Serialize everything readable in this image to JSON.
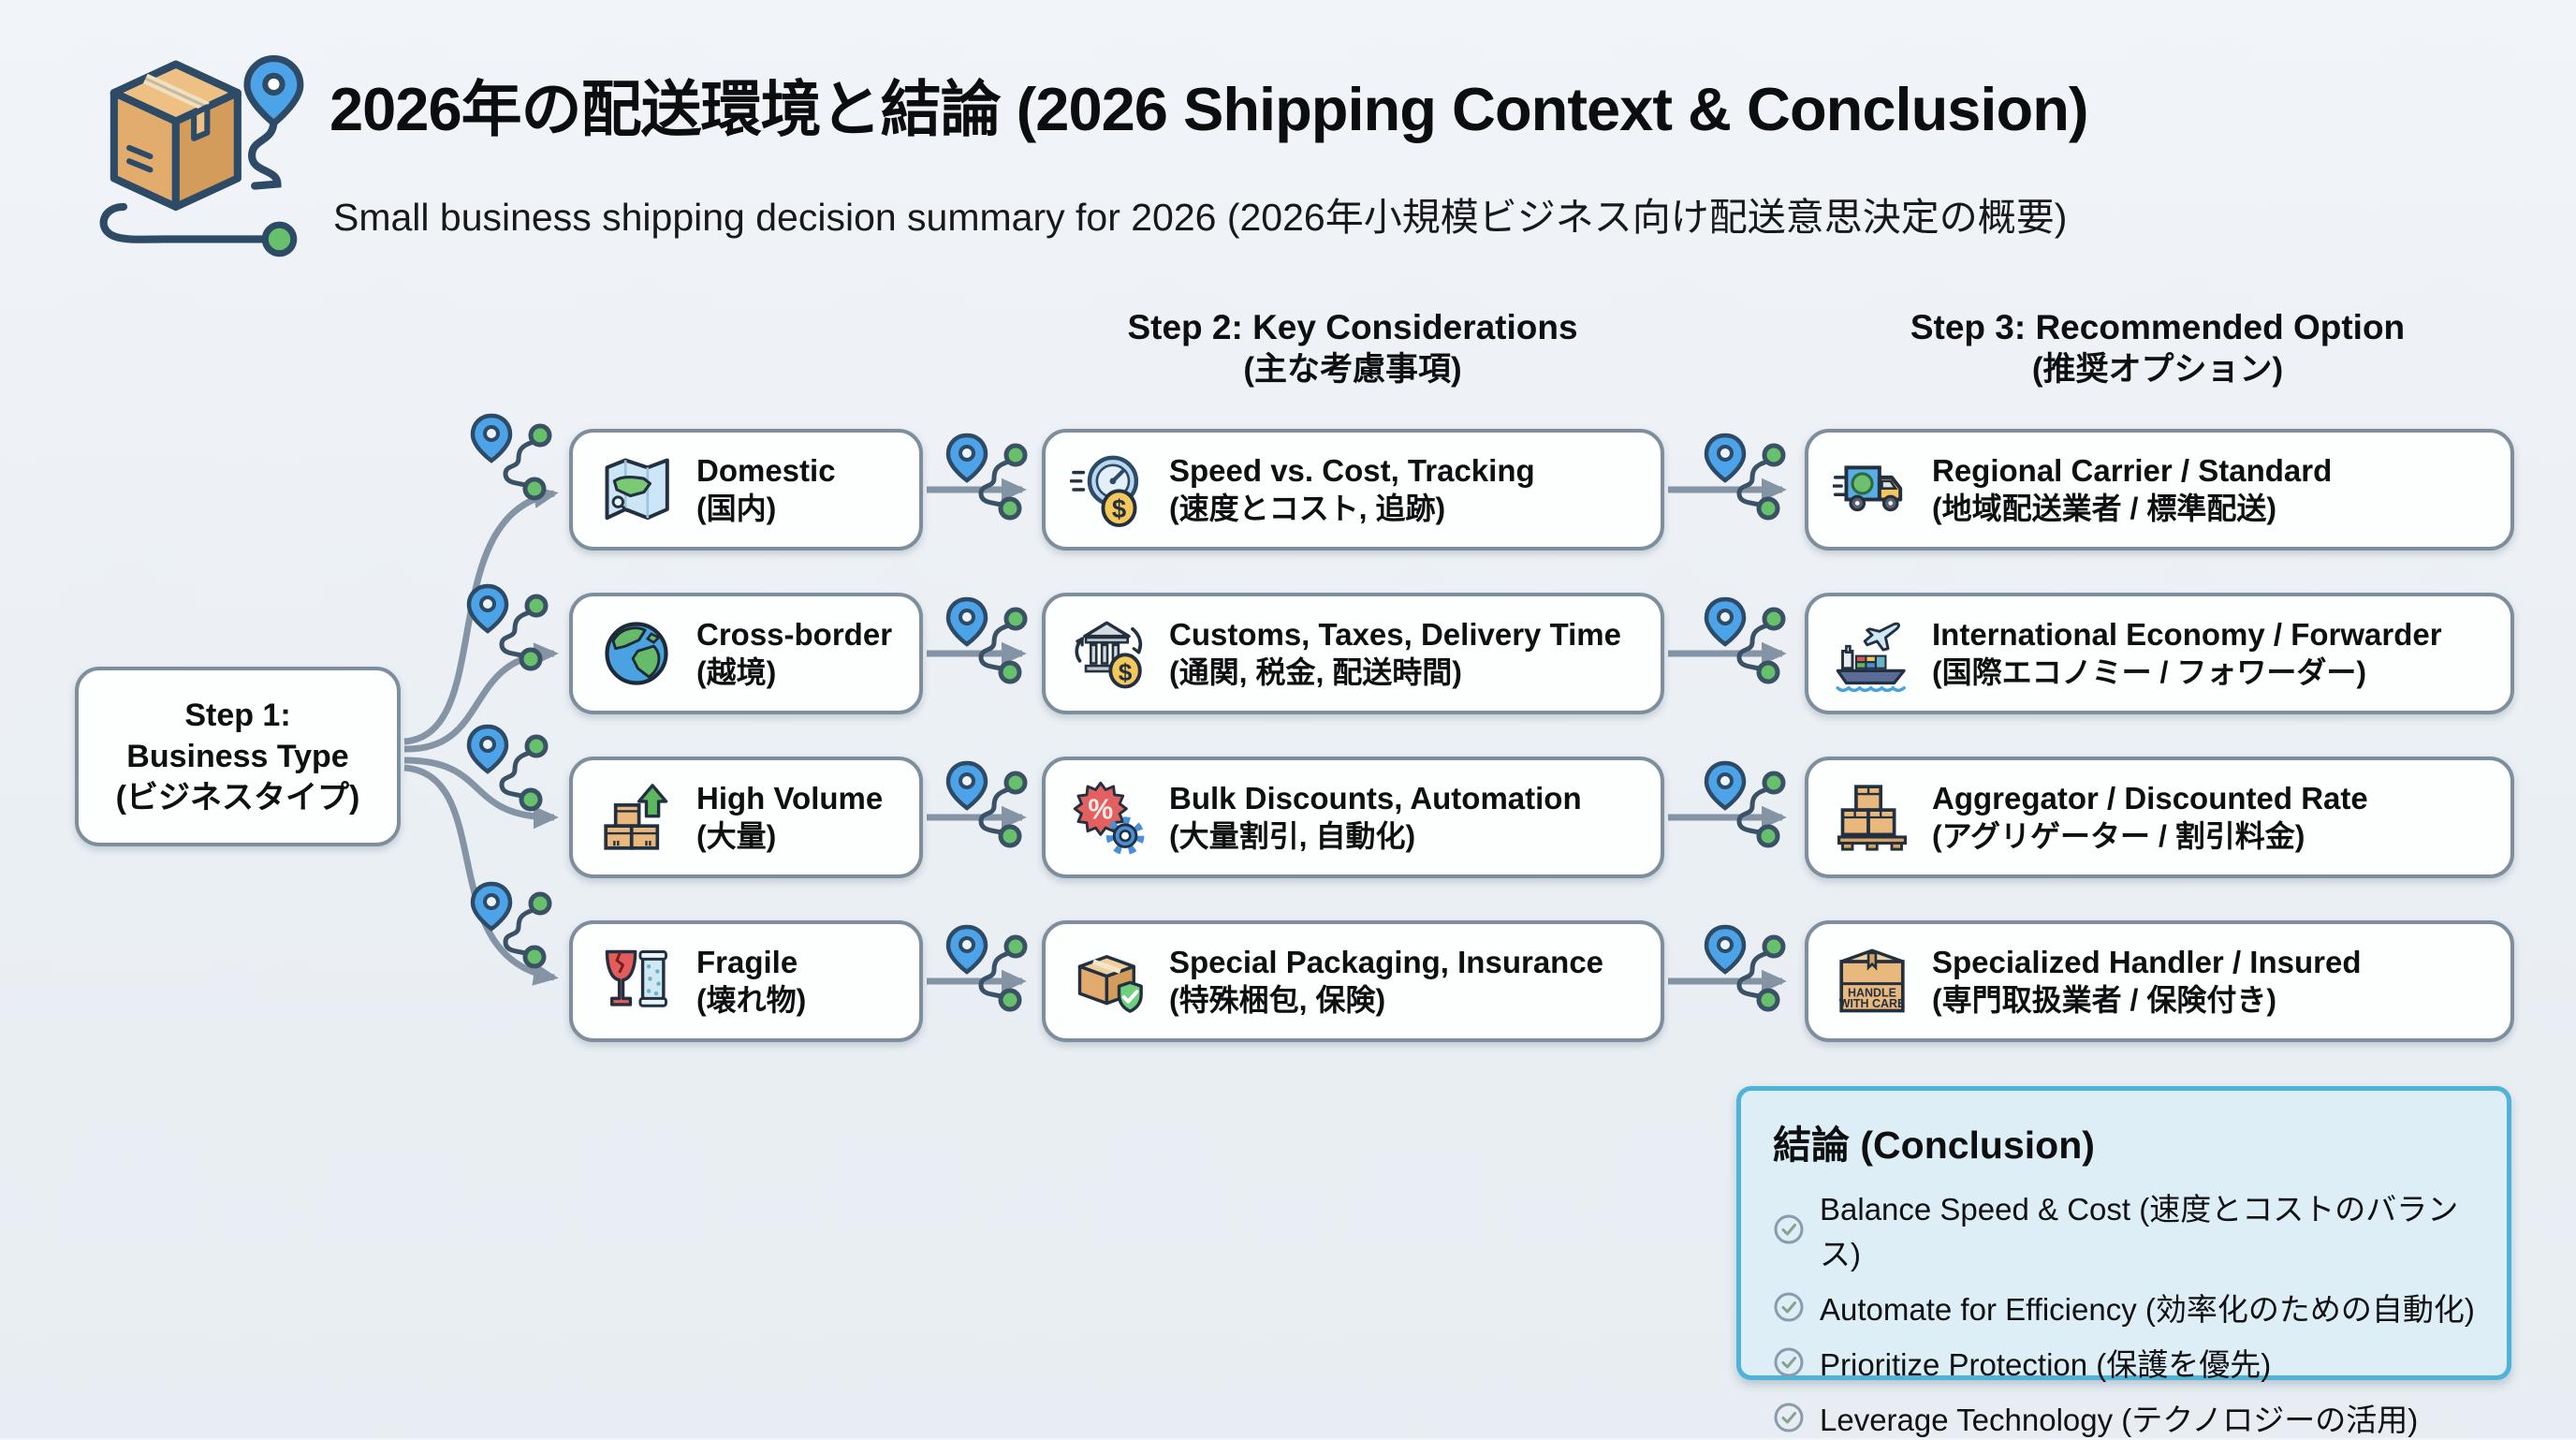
{
  "header": {
    "title": "2026年の配送環境と結論 (2026 Shipping Context & Conclusion)",
    "subtitle": "Small business shipping decision summary for 2026 (2026年小規模ビジネス向け配送意思決定の概要)"
  },
  "column_headers": {
    "step2_line1": "Step 2: Key Considerations",
    "step2_line2": "(主な考慮事項)",
    "step3_line1": "Step 3: Recommended Option",
    "step3_line2": "(推奨オプション)"
  },
  "step1": {
    "line1": "Step 1:",
    "line2": "Business Type",
    "line3": "(ビジネスタイプ)"
  },
  "rows": [
    {
      "business": {
        "en": "Domestic",
        "jp": "(国内)",
        "icon": "map-icon"
      },
      "consideration": {
        "en": "Speed vs. Cost, Tracking",
        "jp": "(速度とコスト, 追跡)",
        "icon": "speedometer-dollar-icon"
      },
      "recommendation": {
        "en": "Regional Carrier / Standard",
        "jp": "(地域配送業者 / 標準配送)",
        "icon": "delivery-truck-icon"
      }
    },
    {
      "business": {
        "en": "Cross-border",
        "jp": "(越境)",
        "icon": "globe-icon"
      },
      "consideration": {
        "en": "Customs, Taxes, Delivery Time",
        "jp": "(通関, 税金, 配送時間)",
        "icon": "customs-bank-icon"
      },
      "recommendation": {
        "en": "International Economy / Forwarder",
        "jp": "(国際エコノミー / フォワーダー)",
        "icon": "plane-ship-icon"
      }
    },
    {
      "business": {
        "en": "High Volume",
        "jp": "(大量)",
        "icon": "boxes-up-icon"
      },
      "consideration": {
        "en": "Bulk Discounts, Automation",
        "jp": "(大量割引, 自動化)",
        "icon": "discount-gear-icon"
      },
      "recommendation": {
        "en": "Aggregator / Discounted Rate",
        "jp": "(アグリゲーター / 割引料金)",
        "icon": "pallet-boxes-icon"
      }
    },
    {
      "business": {
        "en": "Fragile",
        "jp": "(壊れ物)",
        "icon": "fragile-glass-icon"
      },
      "consideration": {
        "en": "Special Packaging, Insurance",
        "jp": "(特殊梱包, 保険)",
        "icon": "package-shield-icon"
      },
      "recommendation": {
        "en": "Specialized Handler / Insured",
        "jp": "(専門取扱業者 / 保険付き)",
        "icon": "handle-care-box-icon",
        "icon_text_line1": "HANDLE",
        "icon_text_line2": "WITH CARE"
      }
    }
  ],
  "conclusion": {
    "title": "結論 (Conclusion)",
    "items": [
      "Balance Speed & Cost (速度とコストのバランス)",
      "Automate for Efficiency (効率化のための自動化)",
      "Prioritize Protection (保護を優先)",
      "Leverage Technology (テクノロジーの活用)"
    ]
  },
  "icon_glyphs": {
    "dollar": "$",
    "percent": "%"
  },
  "colors": {
    "accent_blue": "#4fb3d9",
    "conclusion_bg": "#ddeef7",
    "pin_blue": "#4da3e8",
    "dot_green": "#67c06b",
    "line_grey": "#8494a4",
    "box_border": "#7e8e9d",
    "carton_tan": "#e9b87c"
  }
}
